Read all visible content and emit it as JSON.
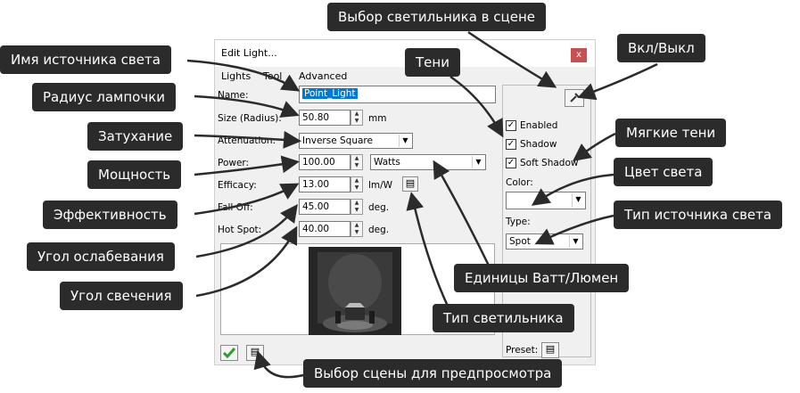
{
  "dialog": {
    "title": "Edit Light...",
    "close_label": "x",
    "tabs": [
      "Lights",
      "Tool",
      "Advanced"
    ],
    "name_label": "Name:",
    "name_value": "Point_Light",
    "size_label": "Size (Radius):",
    "size_value": "50.80",
    "size_unit": "mm",
    "attenuation_label": "Attenuation:",
    "attenuation_value": "Inverse Square",
    "power_label": "Power:",
    "power_value": "100.00",
    "power_unit": "Watts",
    "efficacy_label": "Efficacy:",
    "efficacy_value": "13.00",
    "efficacy_unit": "lm/W",
    "falloff_label": "Fall Off:",
    "falloff_value": "45.00",
    "falloff_unit": "deg.",
    "hotspot_label": "Hot Spot:",
    "hotspot_value": "40.00",
    "hotspot_unit": "deg.",
    "enabled_label": "Enabled",
    "shadow_label": "Shadow",
    "soft_shadow_label": "Soft Shadow",
    "color_label": "Color:",
    "type_label": "Type:",
    "type_value": "Spot",
    "preset_label": "Preset:"
  },
  "callouts": {
    "fixture_select": "Выбор светильника в сцене",
    "light_name": "Имя источника света",
    "onoff": "Вкл/Выкл",
    "shadows": "Тени",
    "bulb_radius": "Радиус лампочки",
    "attenuation": "Затухание",
    "soft_shadows": "Мягкие тени",
    "power": "Мощность",
    "light_color": "Цвет света",
    "efficiency": "Эффективность",
    "light_type": "Тип источника света",
    "falloff_angle": "Угол ослабевания",
    "units": "Единицы Ватт/Люмен",
    "hotspot_angle": "Угол свечения",
    "fixture_type": "Тип светильника",
    "preview_scene": "Выбор сцены для предпросмотра"
  },
  "colors": {
    "callout_bg": "#2b2b2b",
    "selection": "#0078d7",
    "close_button": "#c75050",
    "confirm_green": "#2e9e2e"
  }
}
